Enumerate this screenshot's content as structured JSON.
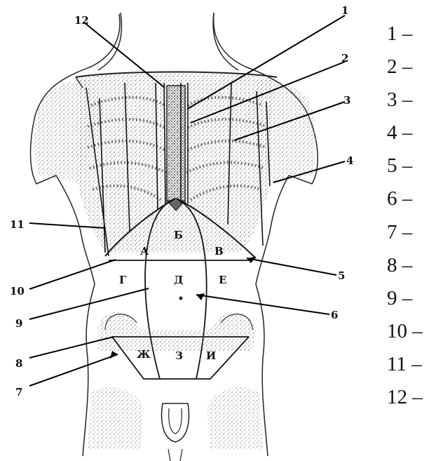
{
  "figure": {
    "callout_numbers": [
      "1",
      "2",
      "3",
      "4",
      "5",
      "6",
      "7",
      "8",
      "9",
      "10",
      "11",
      "12"
    ],
    "region_letters": [
      "А",
      "Б",
      "В",
      "Г",
      "Д",
      "Е",
      "Ж",
      "З",
      "И"
    ]
  },
  "legend": {
    "items": [
      "1 –",
      "2 –",
      "3 –",
      "4 –",
      "5 –",
      "6 –",
      "7 –",
      "8 –",
      "9 –",
      "10 –",
      "11 –",
      "12 –"
    ]
  }
}
